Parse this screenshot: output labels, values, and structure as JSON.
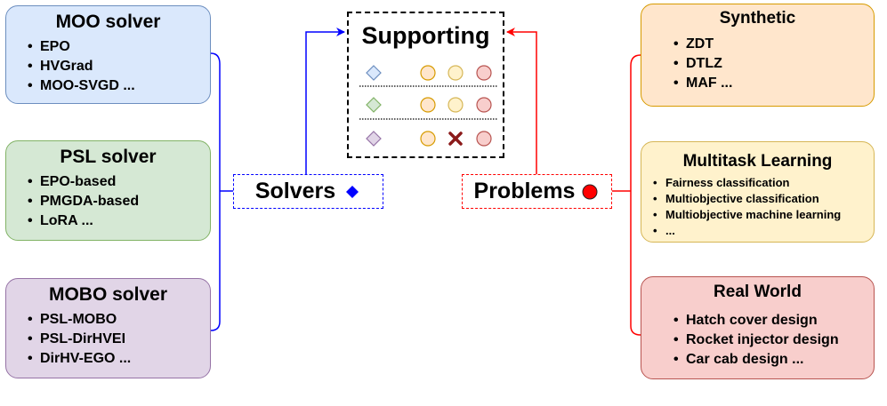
{
  "colors": {
    "solver_line": "#0000ff",
    "problem_line": "#ff0000",
    "moo_fill": "#dae8fc",
    "moo_border": "#6c8ebf",
    "psl_fill": "#d5e8d4",
    "psl_border": "#82b366",
    "mobo_fill": "#e1d5e7",
    "mobo_border": "#9673a6",
    "synthetic_fill": "#ffe6cc",
    "synthetic_border": "#d79b00",
    "mtl_fill": "#fff2cc",
    "mtl_border": "#d6b656",
    "real_fill": "#f8cecc",
    "real_border": "#b85450",
    "cross_color": "#8b1a1a"
  },
  "solvers": {
    "label": "Solvers",
    "icon": "blue-diamond",
    "groups": [
      {
        "title": "MOO solver",
        "items": [
          "EPO",
          "HVGrad",
          "MOO-SVGD ..."
        ]
      },
      {
        "title": "PSL solver",
        "items": [
          "EPO-based",
          "PMGDA-based",
          "LoRA ..."
        ]
      },
      {
        "title": "MOBO solver",
        "items": [
          "PSL-MOBO",
          "PSL-DirHVEI",
          "DirHV-EGO ..."
        ]
      }
    ]
  },
  "problems": {
    "label": "Problems",
    "icon": "red-circle",
    "groups": [
      {
        "title": "Synthetic",
        "items": [
          "ZDT",
          "DTLZ",
          "MAF ..."
        ]
      },
      {
        "title": "Multitask Learning",
        "items": [
          "Fairness classification",
          "Multiobjective classification",
          "Multiobjective machine learning",
          "..."
        ]
      },
      {
        "title": "Real World",
        "items": [
          "Hatch cover design",
          "Rocket injector design",
          "Car cab design ..."
        ]
      }
    ]
  },
  "supporting": {
    "title": "Supporting",
    "rows": [
      {
        "solver_icon": "blue-diamond",
        "cells": [
          "supported",
          "supported",
          "supported"
        ]
      },
      {
        "solver_icon": "green-diamond",
        "cells": [
          "supported",
          "supported",
          "supported"
        ]
      },
      {
        "solver_icon": "purple-diamond",
        "cells": [
          "supported",
          "not-supported",
          "supported"
        ]
      }
    ],
    "column_icons": [
      "orange-circle",
      "yellow-circle",
      "red-circle"
    ]
  }
}
